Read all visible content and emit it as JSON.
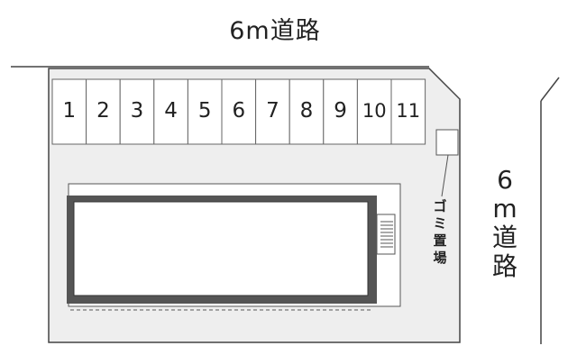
{
  "roads": {
    "top_label": "6m道路",
    "right_label": [
      "6",
      "m",
      "道",
      "路"
    ]
  },
  "parking": {
    "slots": [
      "1",
      "2",
      "3",
      "4",
      "5",
      "6",
      "7",
      "8",
      "9",
      "10",
      "11"
    ]
  },
  "garbage": {
    "label": [
      "ゴ",
      "ミ",
      "置",
      "場"
    ]
  },
  "colors": {
    "lot_fill": "#eeeeee",
    "line": "#444444",
    "building_border": "#555555"
  }
}
